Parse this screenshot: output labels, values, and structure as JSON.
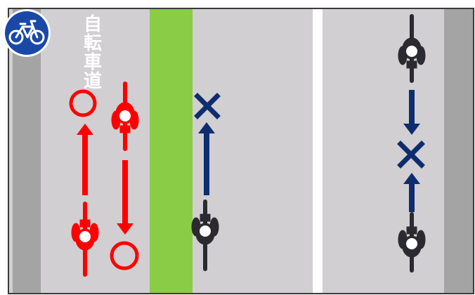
{
  "lane_marking_chars": [
    "自",
    "転",
    "車",
    "道"
  ],
  "sign_icon": "bicycle-icon",
  "colors": {
    "road": "#d1cfd1",
    "curb": "#a4a4a4",
    "green_separator": "#8bcc46",
    "center_line": "#ffffff",
    "allowed": "#ff0000",
    "prohibited": "#0e2d6e",
    "sign_blue": "#1a48a6",
    "border": "#3a3a3a"
  },
  "cyclists": [
    {
      "id": "red-northbound",
      "color": "allowed",
      "direction": "up",
      "verdict": "allowed",
      "symbol": "circle-icon"
    },
    {
      "id": "red-southbound",
      "color": "allowed",
      "direction": "down",
      "verdict": "allowed",
      "symbol": "circle-icon"
    },
    {
      "id": "navy-lane-northbound",
      "color": "prohibited",
      "direction": "up",
      "verdict": "prohibited",
      "symbol": "cross-icon"
    },
    {
      "id": "navy-right-southbound",
      "color": "prohibited",
      "direction": "down",
      "verdict": "prohibited",
      "symbol": "cross-icon"
    },
    {
      "id": "navy-right-northbound",
      "color": "prohibited",
      "direction": "up",
      "verdict": "prohibited",
      "symbol": "cross-icon"
    }
  ]
}
